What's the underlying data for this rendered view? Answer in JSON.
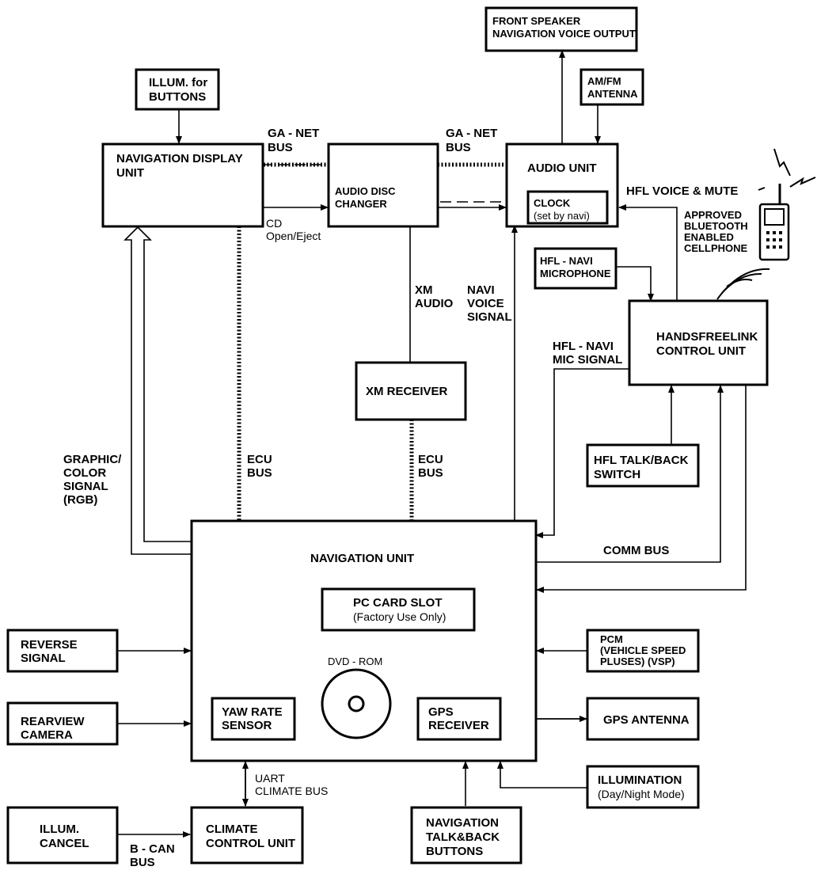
{
  "blocks": {
    "front_speaker": [
      "FRONT SPEAKER",
      "NAVIGATION VOICE OUTPUT"
    ],
    "amfm_antenna": [
      "AM/FM",
      "ANTENNA"
    ],
    "illum_buttons": [
      "ILLUM. for",
      "BUTTONS"
    ],
    "nav_display": [
      "NAVIGATION DISPLAY",
      "UNIT"
    ],
    "audio_disc_changer": [
      "AUDIO DISC",
      "CHANGER"
    ],
    "audio_unit": "AUDIO UNIT",
    "clock": [
      "CLOCK",
      "(set by navi)"
    ],
    "approved_phone": [
      "APPROVED",
      "BLUETOOTH",
      "ENABLED",
      "CELLPHONE"
    ],
    "hfl_navi_mic": [
      "HFL - NAVI",
      "MICROPHONE"
    ],
    "handsfreelink": [
      "HANDSFREELINK",
      "CONTROL UNIT"
    ],
    "xm_receiver": "XM RECEIVER",
    "hfl_talk_back": [
      "HFL TALK/BACK",
      "SWITCH"
    ],
    "navigation_unit": "NAVIGATION UNIT",
    "pc_card_slot": [
      "PC CARD SLOT",
      "(Factory Use Only)"
    ],
    "dvd_rom": "DVD - ROM",
    "yaw_rate": [
      "YAW RATE",
      "SENSOR"
    ],
    "gps_receiver": [
      "GPS",
      "RECEIVER"
    ],
    "reverse_signal": [
      "REVERSE",
      "SIGNAL"
    ],
    "rearview_camera": [
      "REARVIEW",
      "CAMERA"
    ],
    "pcm": [
      "PCM",
      "(VEHICLE SPEED",
      "PLUSES) (VSP)"
    ],
    "gps_antenna": "GPS ANTENNA",
    "illumination": [
      "ILLUMINATION",
      "(Day/Night Mode)"
    ],
    "illum_cancel": [
      "ILLUM.",
      "CANCEL"
    ],
    "climate_control": [
      "CLIMATE",
      "CONTROL UNIT"
    ],
    "nav_talk_back": [
      "NAVIGATION",
      "TALK&BACK",
      "BUTTONS"
    ]
  },
  "labels": {
    "ga_net_bus_left": [
      "GA - NET",
      "BUS"
    ],
    "ga_net_bus_right": [
      "GA - NET",
      "BUS"
    ],
    "cd_open_eject": [
      "CD",
      "Open/Eject"
    ],
    "hfl_voice_mute": "HFL VOICE & MUTE",
    "xm_audio": [
      "XM",
      "AUDIO"
    ],
    "navi_voice_signal": [
      "NAVI",
      "VOICE",
      "SIGNAL"
    ],
    "hfl_navi_mic_signal": [
      "HFL - NAVI",
      "MIC SIGNAL"
    ],
    "graphic_color_signal": [
      "GRAPHIC/",
      "COLOR",
      "SIGNAL",
      "(RGB)"
    ],
    "ecu_bus_left": [
      "ECU",
      "BUS"
    ],
    "ecu_bus_right": [
      "ECU",
      "BUS"
    ],
    "comm_bus": "COMM BUS",
    "uart_climate_bus": [
      "UART",
      "CLIMATE BUS"
    ],
    "b_can_bus": [
      "B - CAN",
      "BUS"
    ]
  }
}
